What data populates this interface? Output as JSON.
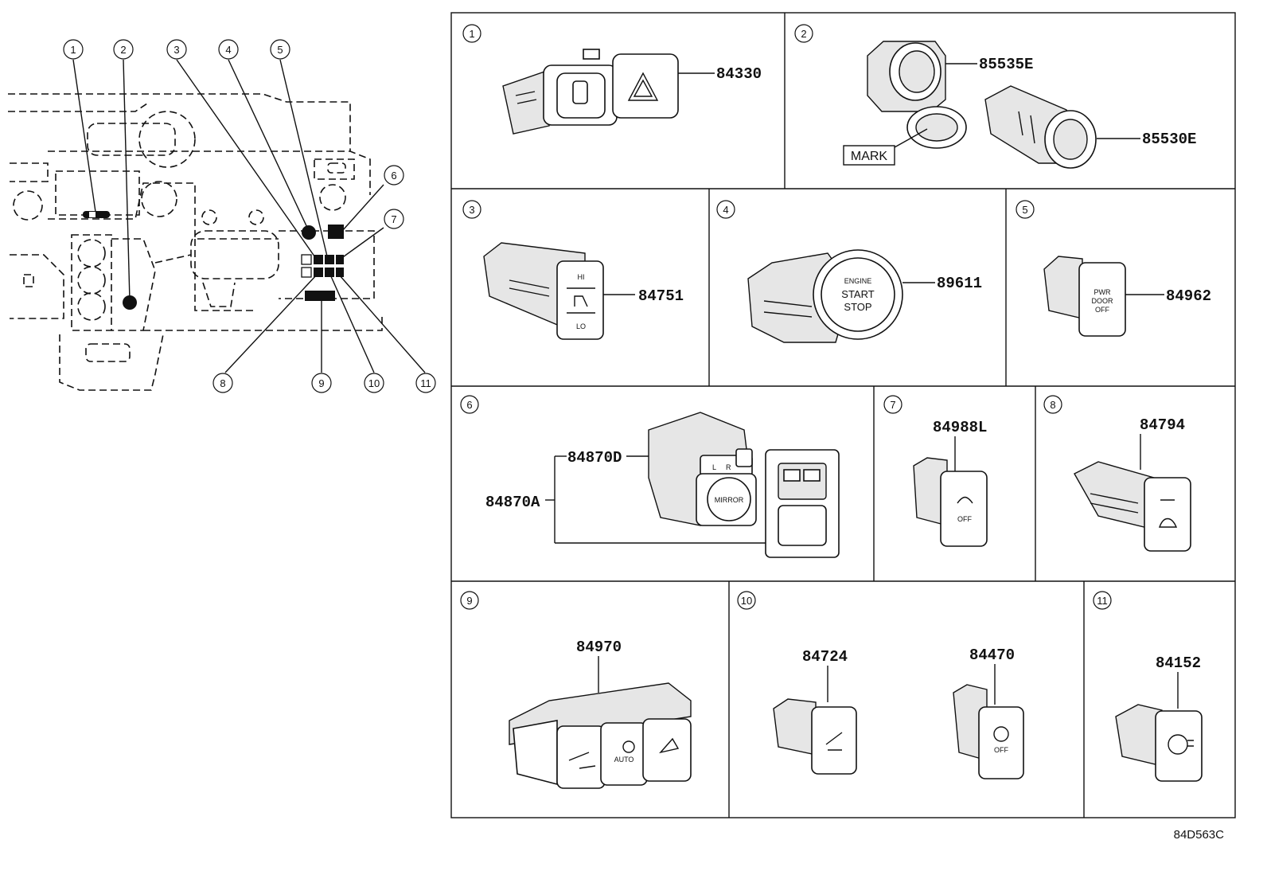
{
  "diagram_code": "84D563C",
  "overview_callouts": [
    "1",
    "2",
    "3",
    "4",
    "5",
    "6",
    "7",
    "8",
    "9",
    "10",
    "11"
  ],
  "panels": [
    {
      "num": "1",
      "parts": [
        "84330"
      ]
    },
    {
      "num": "2",
      "parts": [
        "85535E",
        "85530E"
      ],
      "note": "MARK"
    },
    {
      "num": "3",
      "parts": [
        "84751"
      ]
    },
    {
      "num": "4",
      "parts": [
        "89611"
      ],
      "switch_text": [
        "ENGINE",
        "START",
        "STOP"
      ]
    },
    {
      "num": "5",
      "parts": [
        "84962"
      ],
      "switch_text": [
        "PWR",
        "DOOR",
        "OFF"
      ]
    },
    {
      "num": "6",
      "parts": [
        "84870D",
        "84870A"
      ],
      "switch_text": [
        "MIRROR",
        "L",
        "R"
      ]
    },
    {
      "num": "7",
      "parts": [
        "84988L"
      ],
      "switch_text": [
        "OFF"
      ]
    },
    {
      "num": "8",
      "parts": [
        "84794"
      ]
    },
    {
      "num": "9",
      "parts": [
        "84970"
      ],
      "switch_text": [
        "AUTO"
      ]
    },
    {
      "num": "10",
      "parts": [
        "84724",
        "84470"
      ],
      "switch_text": [
        "OFF"
      ]
    },
    {
      "num": "11",
      "parts": [
        "84152"
      ]
    }
  ]
}
